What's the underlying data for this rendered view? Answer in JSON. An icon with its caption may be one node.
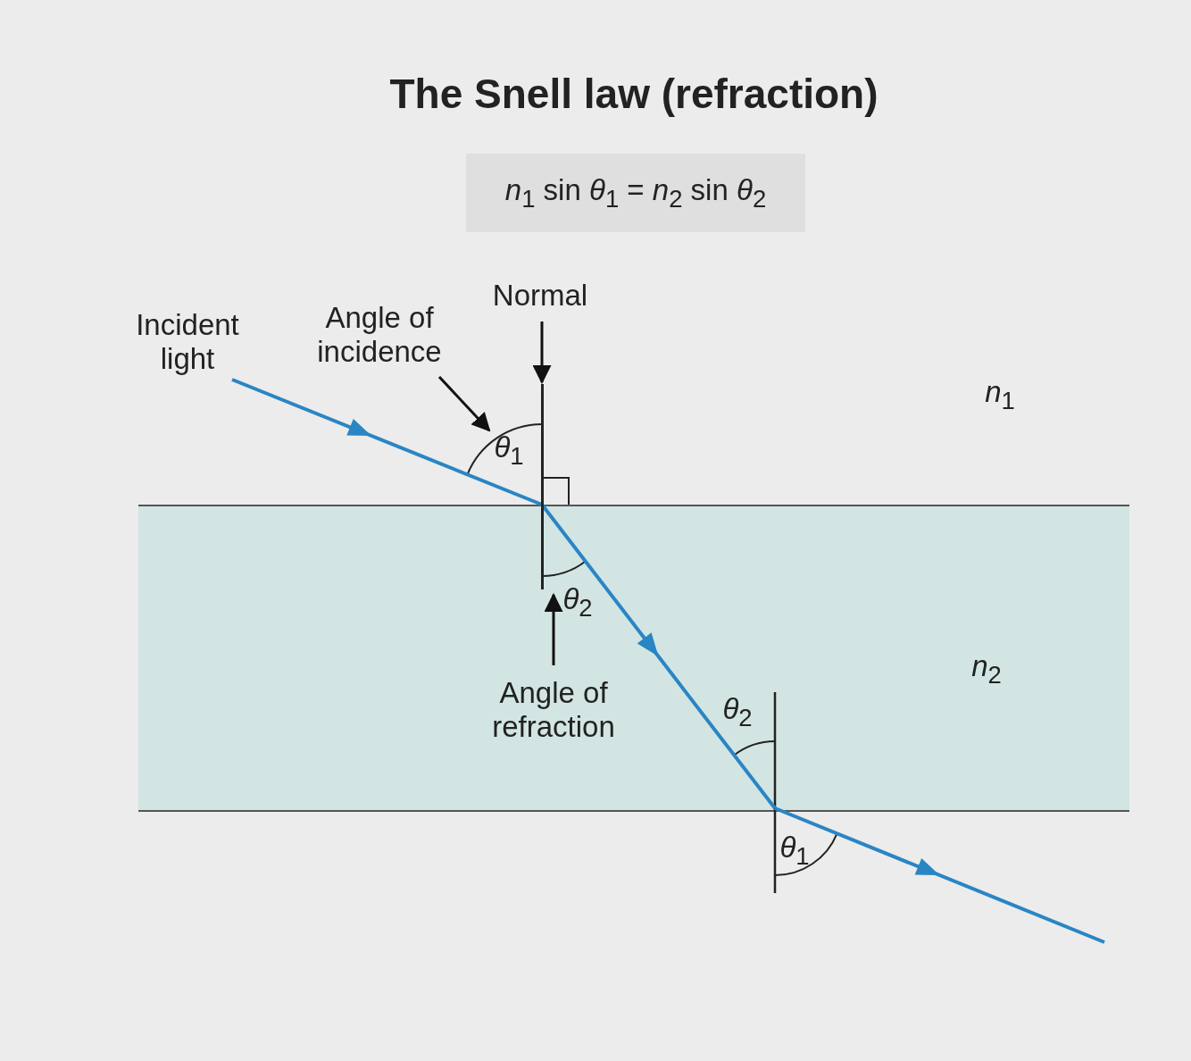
{
  "diagram": {
    "title": "The Snell law (refraction)",
    "nodes": [
      {
        "text": [
          "*n*$_{1}$ sin *θ*$_{1}$ = *n*$_{2}$ sin *θ*$_{2}$"
        ]
      },
      {
        "text": [
          "Incident light"
        ]
      },
      {
        "text": [
          "Angle of incidence"
        ]
      },
      {
        "text": [
          "Normal"
        ]
      },
      {
        "text": [],
        "shape": "line"
      },
      {
        "text": [
          "*θ*$_{1}$"
        ]
      },
      {
        "text": [
          "*n*$_{2}$"
        ]
      },
      {
        "text": [
          "*θ*$_{2}$"
        ],
        "in": 6
      },
      {
        "text": [
          "Angle of refraction"
        ],
        "in": 6
      }
    ],
    "edges": [
      {
        "from": 2,
        "to": 5,
        "arrow": "to"
      },
      {
        "from": 3,
        "to": 4,
        "arrow": "to"
      },
      {
        "from": 8,
        "to": 7,
        "arrow": "to"
      }
    ],
    "labels": [
      "*n*$_{1}$",
      "*θ*$_{2}$",
      "*θ*$_{1}$"
    ]
  }
}
